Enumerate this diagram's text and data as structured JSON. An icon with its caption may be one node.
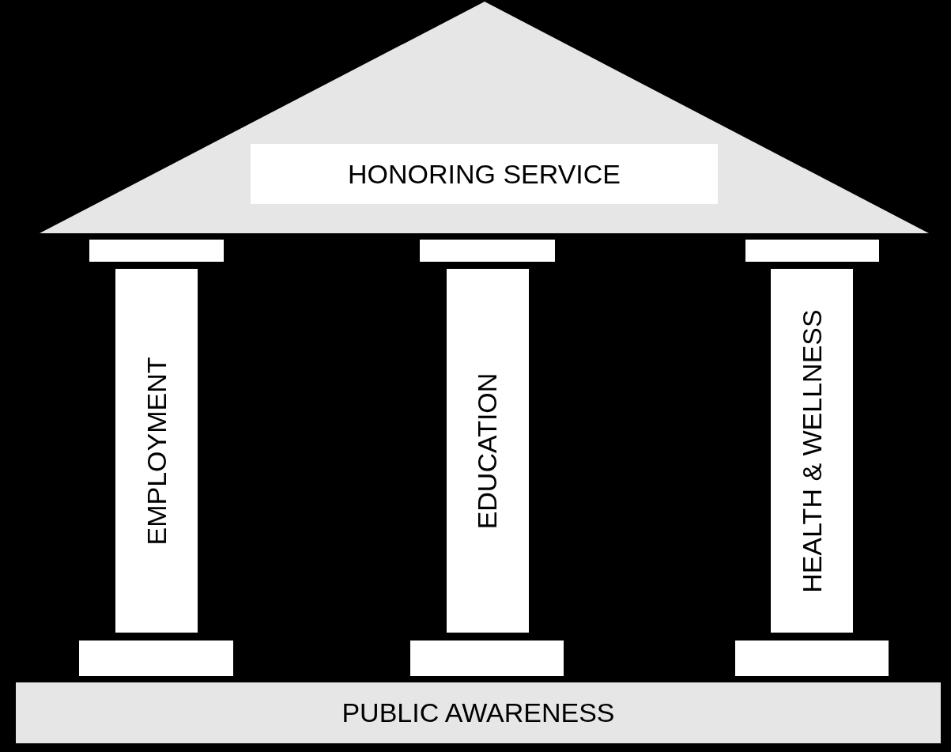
{
  "diagram": {
    "nodes": [
      {
        "text": [
          "HONORING SERVICE"
        ]
      },
      {
        "text": [
          "EMPLOYMENT"
        ]
      },
      {
        "text": [
          "EDUCATION"
        ]
      },
      {
        "text": [
          "HEALTH & WELLNESS"
        ]
      },
      {
        "text": [
          "PUBLIC AWARENESS"
        ]
      }
    ]
  }
}
